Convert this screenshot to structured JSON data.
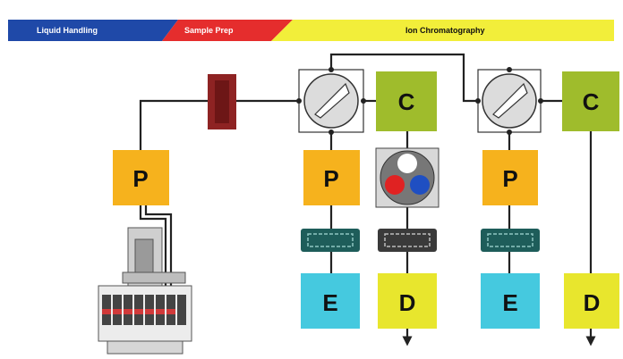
{
  "banner": {
    "stages": [
      {
        "label": "Liquid Handling",
        "color": "#1f49a8",
        "text_color": "#ffffff"
      },
      {
        "label": "Sample Prep",
        "color": "#e52d2d",
        "text_color": "#ffffff"
      },
      {
        "label": "Ion Chromatography",
        "color": "#f2ee3a",
        "text_color": "#111111"
      }
    ]
  },
  "diagram": {
    "pump_label": "P",
    "column_label": "C",
    "eluent_label": "E",
    "detector_label": "D",
    "colors": {
      "pump": "#f6b21d",
      "column": "#9fbc2c",
      "eluent": "#45c9df",
      "detector": "#e8e62d",
      "filter": "#8e2323",
      "suppressor": "#1e5d5a",
      "line": "#222222"
    },
    "sample_changer_vials": [
      "#ffffff",
      "#e02222",
      "#1f4fc2"
    ]
  }
}
